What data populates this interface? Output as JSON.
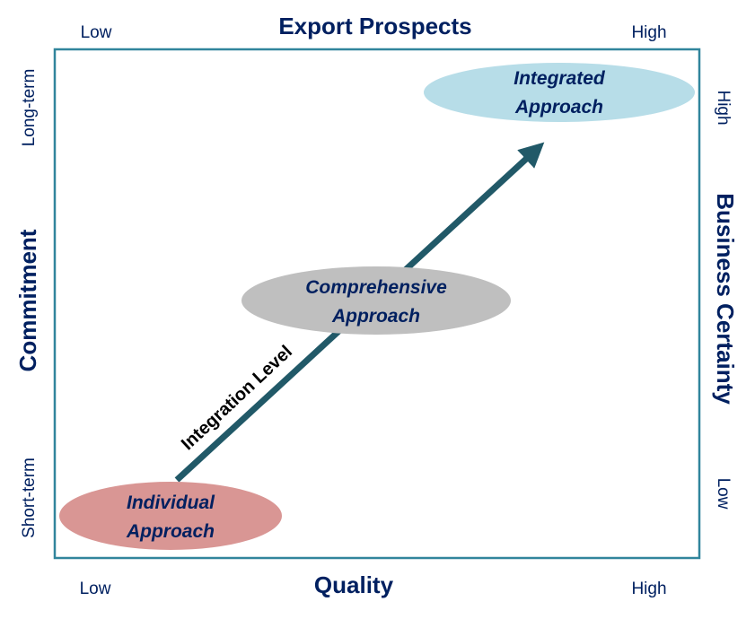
{
  "top": {
    "title": "Export Prospects",
    "low": "Low",
    "high": "High"
  },
  "bottom": {
    "title": "Quality",
    "low": "Low",
    "high": "High"
  },
  "left": {
    "title": "Commitment",
    "low": "Short-term",
    "high": "Long-term"
  },
  "right": {
    "title": "Business Certainty",
    "low": "Low",
    "high": "High"
  },
  "arrow": {
    "label": "Integration Level",
    "color": "#215968"
  },
  "ellipses": {
    "integrated": {
      "line1": "Integrated",
      "line2": "Approach",
      "color": "#b7dde8"
    },
    "comprehensive": {
      "line1": "Comprehensive",
      "line2": "Approach",
      "color": "#bfbfbf"
    },
    "individual": {
      "line1": "Individual",
      "line2": "Approach",
      "color": "#d99694"
    }
  },
  "colors": {
    "frame": "#31859c",
    "text": "#002060"
  }
}
